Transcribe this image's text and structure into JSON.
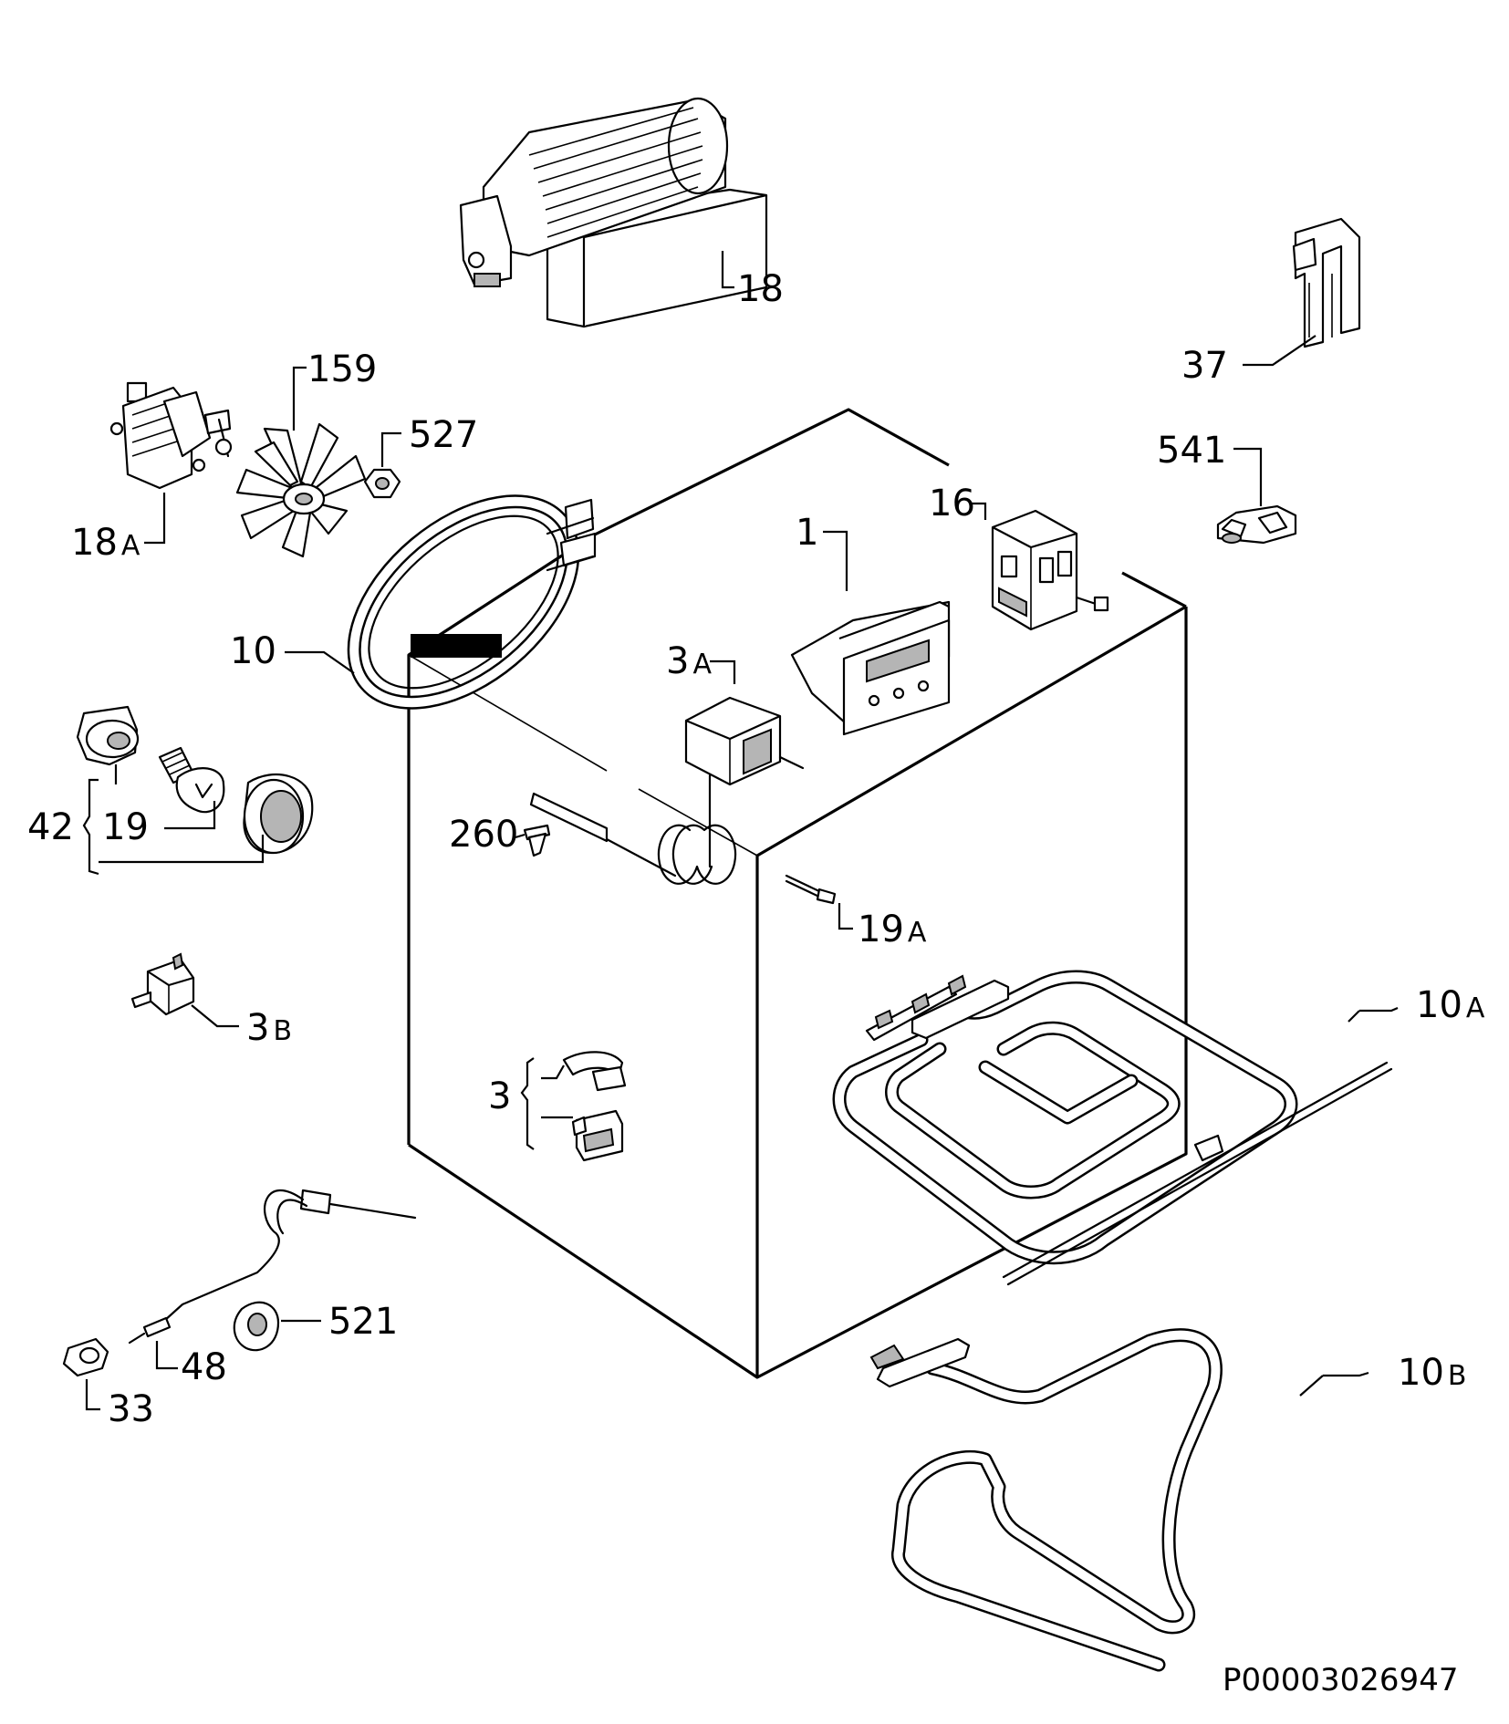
{
  "diagram": {
    "drawing_code": "P00003026947",
    "labels": {
      "p18": "18",
      "p37": "37",
      "p159": "159",
      "p527": "527",
      "p18a_num": "18",
      "p18a_sub": "A",
      "p541": "541",
      "p16": "16",
      "p1": "1",
      "p10": "10",
      "p3a_num": "3",
      "p3a_sub": "A",
      "p42": "42",
      "p19": "19",
      "p260": "260",
      "p19a_num": "19",
      "p19a_sub": "A",
      "p3b_num": "3",
      "p3b_sub": "B",
      "p10a_num": "10",
      "p10a_sub": "A",
      "p3": "3",
      "p521": "521",
      "p48": "48",
      "p33": "33",
      "p10b_num": "10",
      "p10b_sub": "B"
    }
  }
}
